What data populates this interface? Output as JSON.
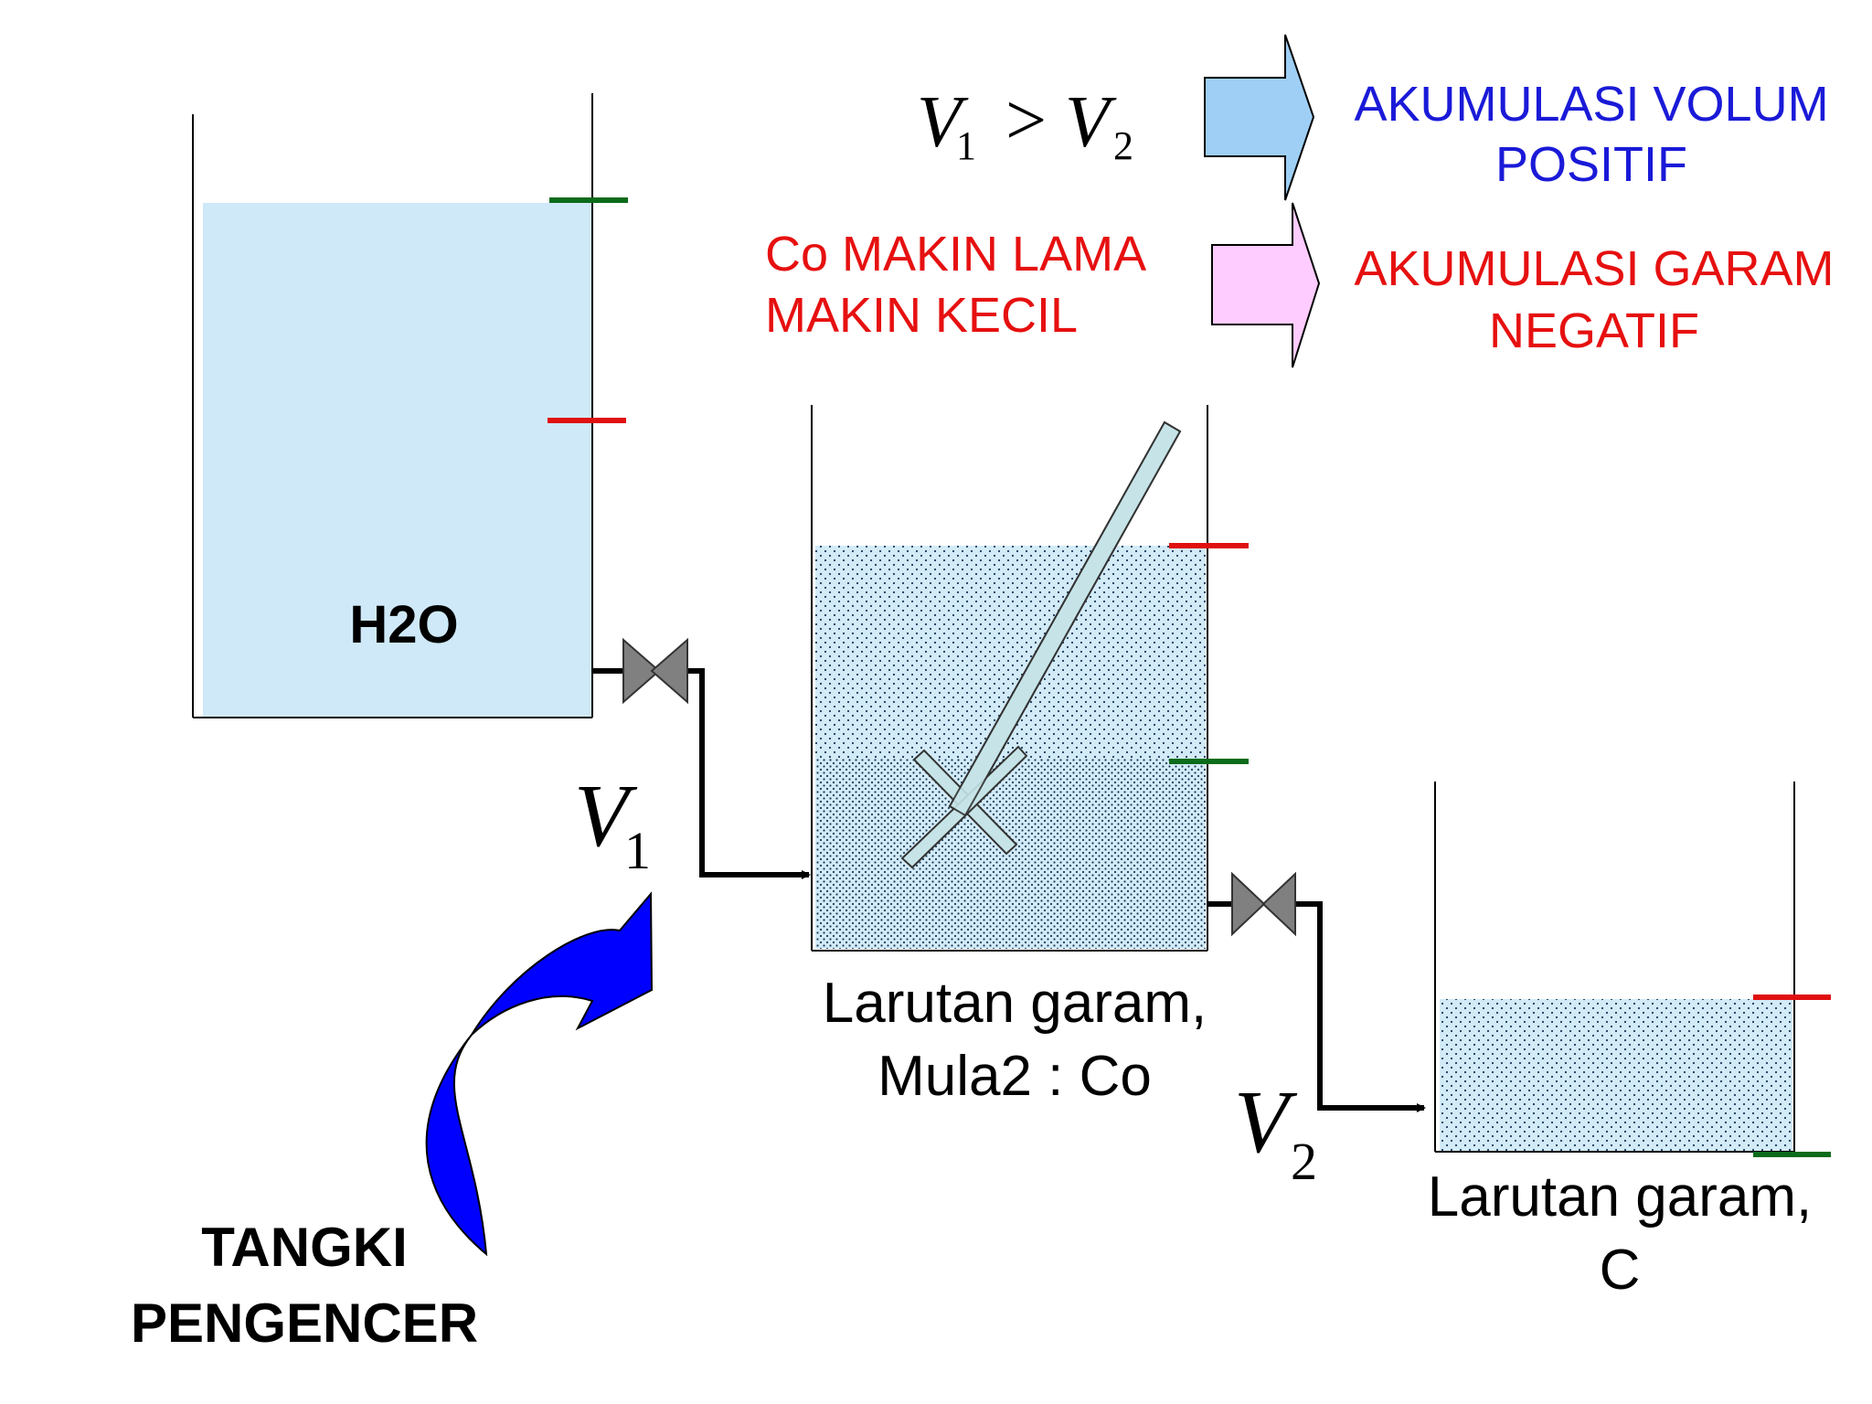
{
  "tanks": {
    "dilution": {
      "content_label": "H2O",
      "tank_label": [
        "TANGKI",
        "PENGENCER"
      ]
    },
    "mixing": {
      "caption": [
        "Larutan garam,",
        "Mula2 : Co"
      ]
    },
    "receiving": {
      "caption": [
        "Larutan garam,",
        "C"
      ]
    }
  },
  "flows": {
    "v1": {
      "symbol": "V",
      "subscript": "1"
    },
    "v2": {
      "symbol": "V",
      "subscript": "2"
    }
  },
  "condition": {
    "left": "V",
    "left_sub": "1",
    "operator": ">",
    "right": "V",
    "right_sub": "2"
  },
  "notes": {
    "concentration": [
      "Co  MAKIN LAMA",
      "MAKIN KECIL"
    ],
    "volume_result": [
      "AKUMULASI  VOLUM",
      "POSITIF"
    ],
    "salt_result": [
      "AKUMULASI  GARAM",
      "NEGATIF"
    ]
  },
  "colors": {
    "water": "#cfe9f8",
    "solution": "#d3ebf7",
    "high_mark": "#e01010",
    "low_mark": "#0a6b1a",
    "volume_arrow": "#9fcff5",
    "salt_arrow": "#ffccff",
    "blue_text": "#1a1ad8",
    "red_text": "#e61010",
    "pointer_arrow": "#0000ff",
    "valve": "#808080"
  },
  "icons": [
    "valve-icon",
    "stirrer-icon",
    "block-arrow-icon",
    "curved-arrow-icon"
  ]
}
